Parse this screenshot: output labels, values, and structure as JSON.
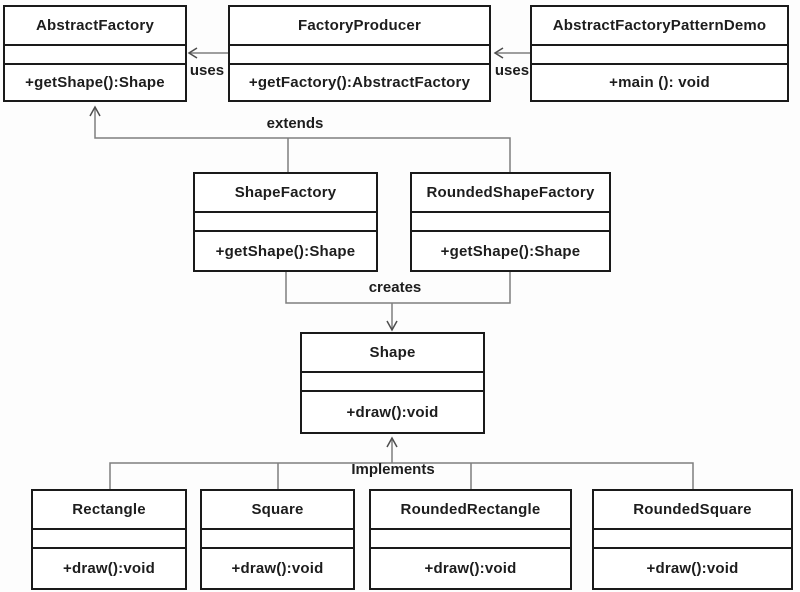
{
  "diagram": {
    "type": "uml-class-diagram",
    "subject": "Abstract Factory Pattern"
  },
  "classes": {
    "abstract_factory": {
      "name": "AbstractFactory",
      "method": "+getShape():Shape"
    },
    "factory_producer": {
      "name": "FactoryProducer",
      "method": "+getFactory():AbstractFactory"
    },
    "demo": {
      "name": "AbstractFactoryPatternDemo",
      "method": "+main (): void"
    },
    "shape_factory": {
      "name": "ShapeFactory",
      "method": "+getShape():Shape"
    },
    "rounded_shape_factory": {
      "name": "RoundedShapeFactory",
      "method": "+getShape():Shape"
    },
    "shape": {
      "name": "Shape",
      "method": "+draw():void"
    },
    "rectangle": {
      "name": "Rectangle",
      "method": "+draw():void"
    },
    "square": {
      "name": "Square",
      "method": "+draw():void"
    },
    "rounded_rectangle": {
      "name": "RoundedRectangle",
      "method": "+draw():void"
    },
    "rounded_square": {
      "name": "RoundedSquare",
      "method": "+draw():void"
    }
  },
  "labels": {
    "uses_left": "uses",
    "uses_right": "uses",
    "extends": "extends",
    "creates": "creates",
    "implements": "Implements"
  },
  "colors": {
    "bg": "#fdfdfd",
    "box_bg": "#ffffff",
    "box_border": "#1a1a1a",
    "connector": "#7e7e7e",
    "text": "#1d1d1d"
  }
}
